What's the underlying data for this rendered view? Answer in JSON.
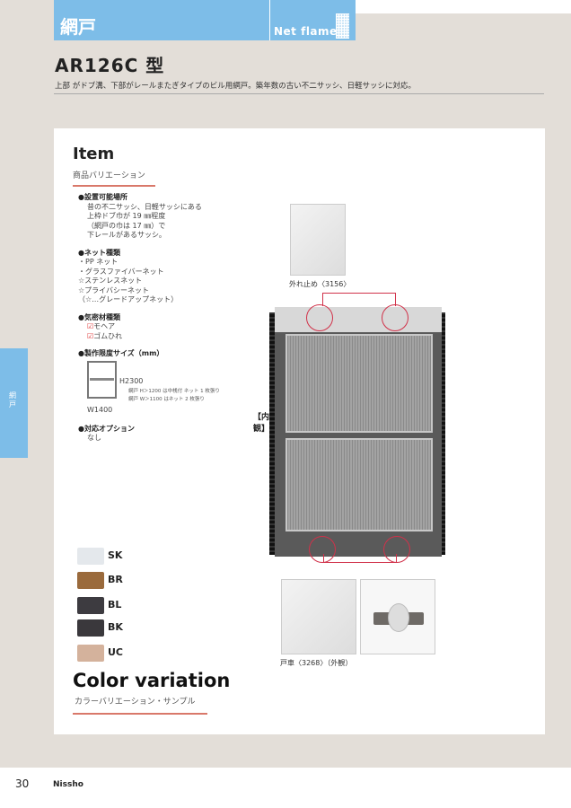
{
  "header": {
    "category": "網戸",
    "category_en": "Net flame"
  },
  "product": {
    "title": "AR126C 型",
    "description": "上部 がドブ溝、下部がレールまたぎタイプのビル用網戸。築年数の古い不二サッシ、日軽サッシに対応。"
  },
  "item": {
    "heading": "Item",
    "subheading": "商品バリエーション",
    "specs": [
      {
        "title": "●設置可能場所",
        "lines": [
          "昔の不二サッシ、日軽サッシにある",
          "上枠ドブ巾が 19 ㎜程度",
          "（網戸の巾は 17 ㎜）で",
          "下レールがあるサッシ。"
        ]
      },
      {
        "title": "●ネット種類",
        "lines": [
          "・PP ネット",
          "・グラスファイバーネット",
          "☆ステンレスネット",
          "☆プライバシーネット",
          "（☆…グレードアップネット）"
        ]
      },
      {
        "title": "●気密材種類",
        "lines": [
          "モヘア",
          "ゴムひれ"
        ]
      },
      {
        "title": "●製作限度サイズ（mm）",
        "height": "H2300",
        "width": "W1400",
        "notes": [
          "網戸 H＞1200 は中桟付 ネット 1 枚張り",
          "網戸 W＞1100 はネット 2 枚張り"
        ]
      },
      {
        "title": "●対応オプション",
        "lines": [
          "なし"
        ]
      }
    ]
  },
  "photos": {
    "stopper_caption": "外れ止め〈3156〉",
    "roller_caption": "戸車〈3268〉（外観）",
    "inside_label": "【内観】"
  },
  "colors": {
    "heading": "Color variation",
    "subheading": "カラーバリエーション・サンプル",
    "items": [
      {
        "code": "SK",
        "hex": "#e4e8ec"
      },
      {
        "code": "BR",
        "hex": "#9a6a3c"
      },
      {
        "code": "BL",
        "hex": "#3d3b40"
      },
      {
        "code": "BK",
        "hex": "#3a383c"
      },
      {
        "code": "UC",
        "hex": "#d4b29c"
      }
    ]
  },
  "side_tab": "網戸",
  "footer": {
    "page_number": "30",
    "brand": "Nissho"
  },
  "accent": "#7dbde8"
}
